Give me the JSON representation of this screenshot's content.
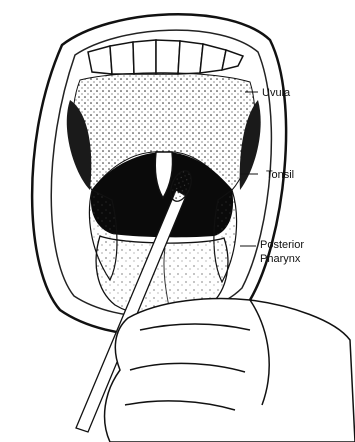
{
  "labels": {
    "uvula": "Uvula",
    "tonsil": "Tonsil",
    "posterior_pharynx_line1": "Posterior",
    "posterior_pharynx_line2": "Pharynx"
  },
  "colors": {
    "ink": "#111111",
    "shade": "#555555",
    "paper": "#ffffff",
    "throat": "#0a0a0a"
  }
}
